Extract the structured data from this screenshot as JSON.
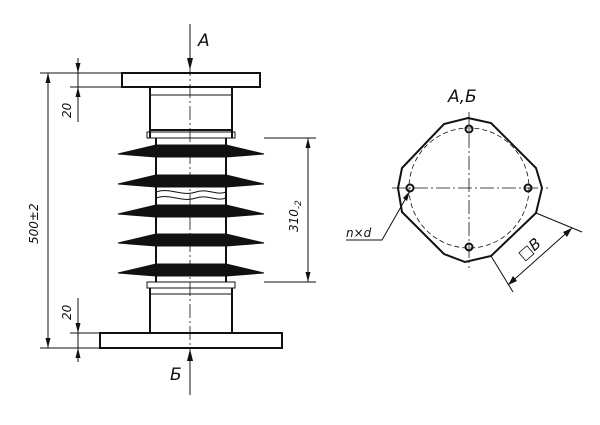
{
  "labels": {
    "view_a": "А",
    "view_b": "Б",
    "section_title": "А,Б",
    "dim_total": "500±2",
    "dim_flange_top": "20",
    "dim_flange_bottom": "20",
    "dim_shed_main": "310",
    "dim_shed_sub": "-2",
    "hole_callout": "n×d",
    "square_size": "□В"
  },
  "colors": {
    "line": "#111111",
    "background": "#ffffff"
  }
}
